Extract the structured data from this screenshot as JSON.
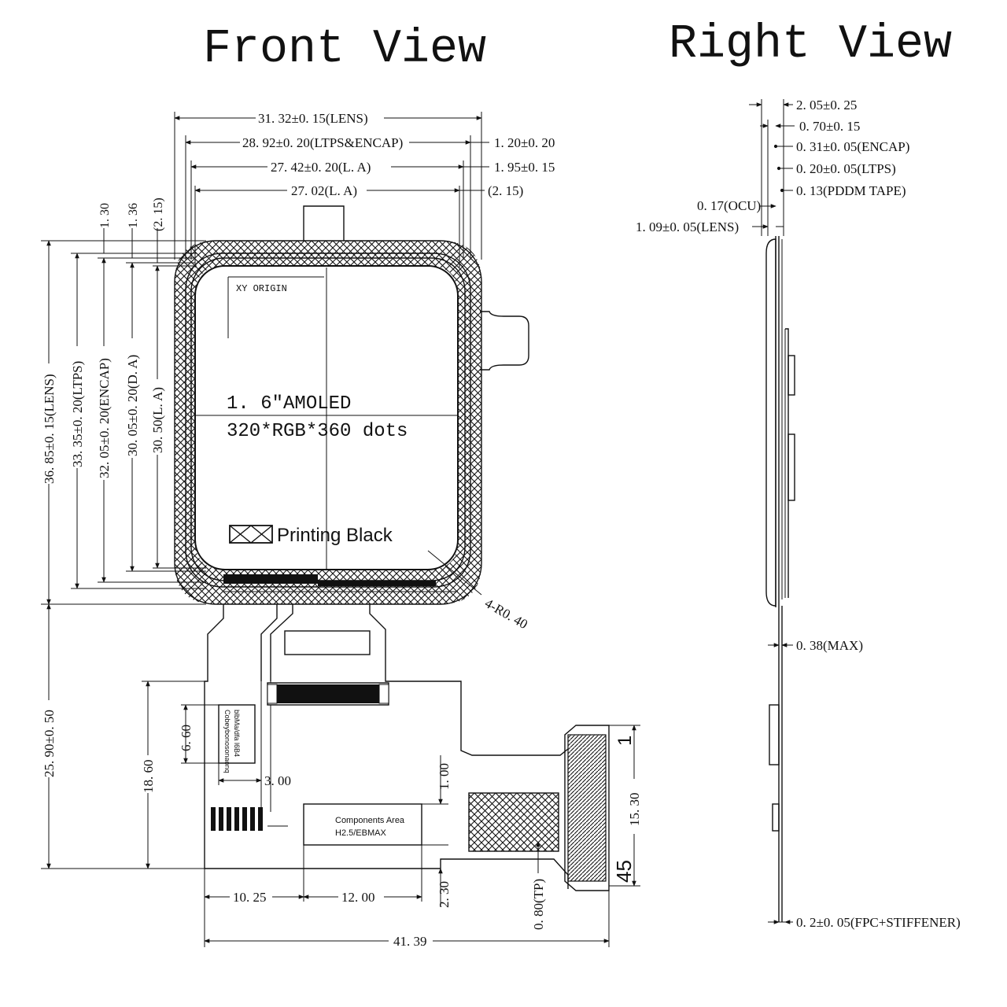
{
  "titles": {
    "front": "Front View",
    "right": "Right View"
  },
  "front": {
    "top_dims": [
      "31. 32±0. 15(LENS)",
      "28. 92±0. 20(LTPS&ENCAP)",
      "27. 42±0. 20(L. A)",
      "27. 02(L. A)"
    ],
    "right_side_dims": [
      "1. 20±0. 20",
      "1. 95±0. 15",
      "(2. 15)"
    ],
    "small_top": [
      "1. 30",
      "1. 36",
      "(2. 15)"
    ],
    "left_dims": [
      "36. 85±0. 15(LENS)",
      "33. 35±0. 20(LTPS)",
      "32. 05±0. 20(ENCAP)",
      "30. 05±0. 20(D. A)",
      "30. 50(L. A)"
    ],
    "xy_origin": "XY ORIGIN",
    "display_size": "1. 6\"AMOLED",
    "resolution": "320*RGB*360 dots",
    "legend": "Printing Black",
    "corner_radius": "4-R0. 40",
    "fpc_left": "25. 90±0. 50",
    "dim_18_60": "18. 60",
    "dim_6_60": "6. 60",
    "dim_3_00": "3. 00",
    "dim_1_00": "1. 00",
    "components_area": "Components Area",
    "component_height": "H2.5/EBMAX",
    "dim_15_30": "15. 30",
    "dim_1": "1",
    "dim_45": "45",
    "dim_10_25": "10. 25",
    "dim_12_00": "12. 00",
    "dim_2_30": "2. 30",
    "dim_0_80": "0. 80(TP)",
    "dim_41_39": "41. 39",
    "label_text": [
      "Cobeybonosonaonq",
      "blbMa/dfa l6B4"
    ]
  },
  "right": {
    "dims": [
      "2. 05±0. 25",
      "0. 70±0. 15",
      "0. 31±0. 05(ENCAP)",
      "0. 20±0. 05(LTPS)",
      "0. 13(PDDM TAPE)"
    ],
    "ocu": "0. 17(OCU)",
    "lens": "1. 09±0. 05(LENS)",
    "max": "0. 38(MAX)",
    "fpc": "0. 2±0. 05(FPC+STIFFENER)"
  }
}
